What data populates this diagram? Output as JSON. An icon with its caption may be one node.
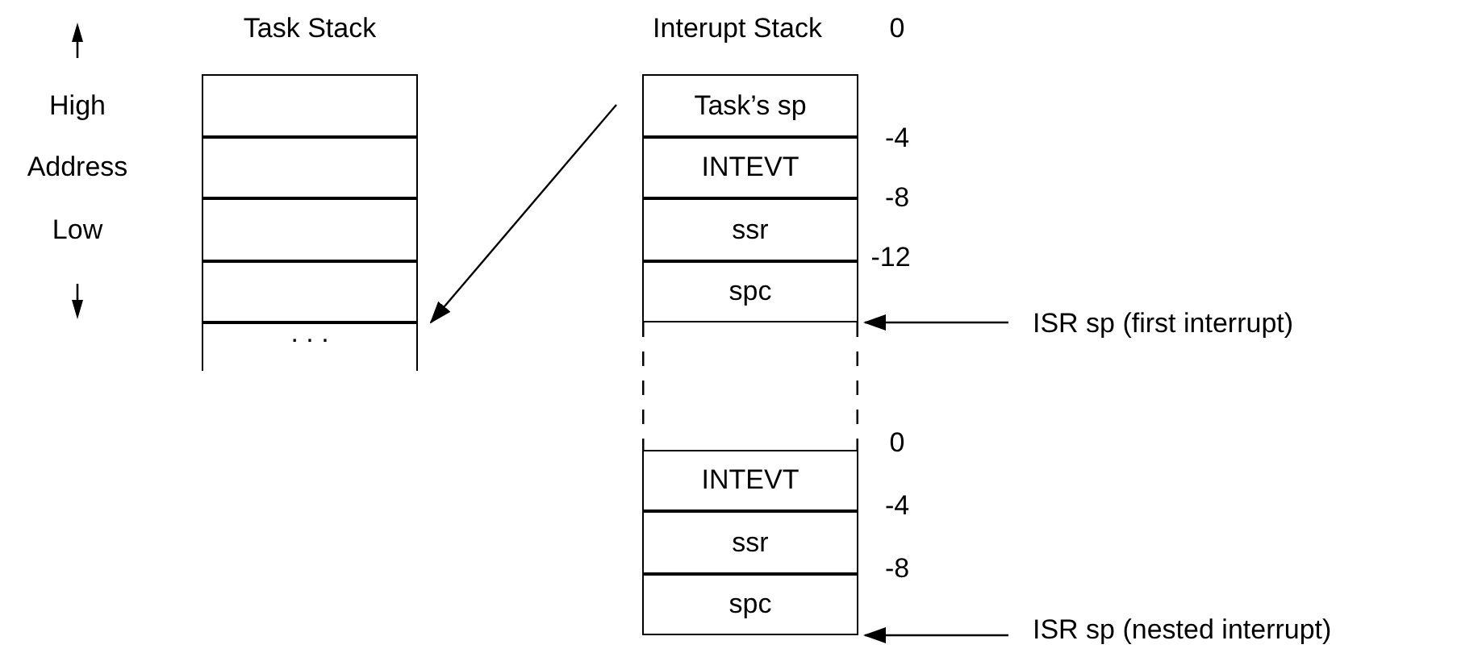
{
  "diagram": {
    "nodes": [
      {
        "text": [],
        "shape": "box"
      },
      {
        "text": [],
        "shape": "box"
      },
      {
        "text": [],
        "shape": "box"
      },
      {
        "text": [],
        "shape": "box"
      },
      {
        "text": [
          ". . ."
        ]
      },
      {
        "text": [
          "Task’s sp"
        ]
      },
      {
        "text": [
          "INTEVT"
        ]
      },
      {
        "text": [
          "ssr"
        ]
      },
      {
        "text": [
          "spc"
        ]
      },
      {
        "text": [],
        "shape": "box"
      },
      {
        "text": [
          "INTEVT"
        ]
      },
      {
        "text": [
          "ssr"
        ]
      },
      {
        "text": [
          "spc"
        ]
      },
      {
        "text": [
          "ISR sp (first interrupt)"
        ]
      },
      {
        "text": [
          "ISR sp (nested interrupt)"
        ]
      }
    ],
    "edges": [
      {
        "from": 5,
        "to": 3,
        "arrow": "to"
      },
      {
        "from": 13,
        "to": 8,
        "arrow": "to"
      },
      {
        "from": 14,
        "to": 12,
        "arrow": "to"
      }
    ],
    "labels": [
      "Task Stack",
      "Interupt Stack",
      "0",
      "High",
      "-4",
      "Address",
      "-8",
      "Low",
      "-12",
      "0",
      "-4",
      "-8"
    ]
  }
}
